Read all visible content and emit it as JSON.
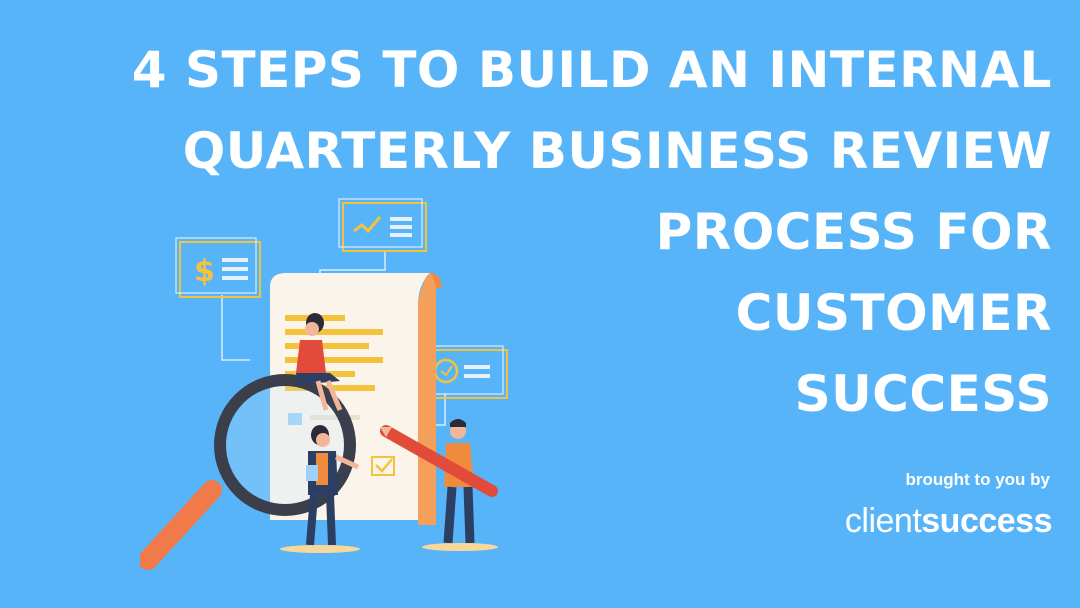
{
  "title_lines": [
    "4 STEPS TO BUILD AN INTERNAL",
    "QUARTERLY BUSINESS REVIEW",
    "PROCESS FOR",
    "CUSTOMER",
    "SUCCESS"
  ],
  "byline": "brought to you by",
  "brand": {
    "light": "client",
    "bold": "success"
  },
  "icons": {
    "dollar_card": "$",
    "colors": {
      "background": "#58b4f8",
      "accent": "#f5c23b",
      "magnifier": "#3b3f4c",
      "handle": "#f07a4a"
    }
  }
}
